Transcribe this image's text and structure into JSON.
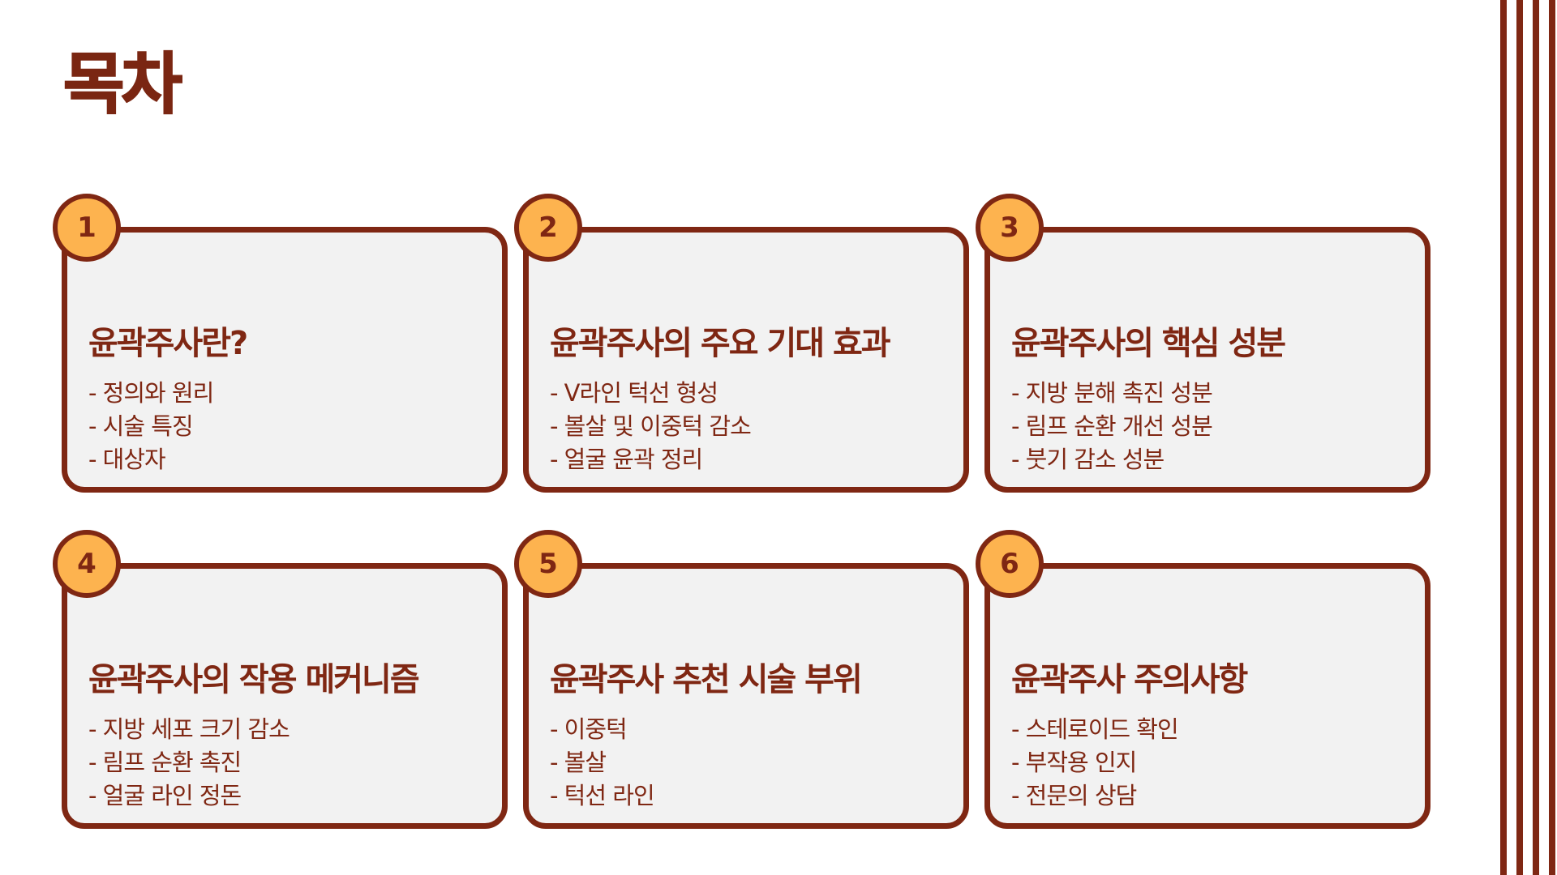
{
  "title": "목차",
  "colors": {
    "accent": "#7f2713",
    "badge": "#fdb34f",
    "card_bg": "#f2f2f2",
    "background": "#ffffff"
  },
  "cards": [
    {
      "number": "1",
      "title": "윤곽주사란?",
      "items": [
        "- 정의와 원리",
        "- 시술 특징",
        "- 대상자"
      ]
    },
    {
      "number": "2",
      "title": "윤곽주사의 주요 기대 효과",
      "items": [
        "- V라인 턱선 형성",
        "- 볼살 및 이중턱 감소",
        "- 얼굴 윤곽 정리"
      ]
    },
    {
      "number": "3",
      "title": "윤곽주사의 핵심 성분",
      "items": [
        "- 지방 분해 촉진 성분",
        "- 림프 순환 개선 성분",
        "- 붓기 감소 성분"
      ]
    },
    {
      "number": "4",
      "title": "윤곽주사의 작용 메커니즘",
      "items": [
        "- 지방 세포 크기 감소",
        "- 림프 순환 촉진",
        "- 얼굴 라인 정돈"
      ]
    },
    {
      "number": "5",
      "title": "윤곽주사 추천 시술 부위",
      "items": [
        "- 이중턱",
        "- 볼살",
        "- 턱선 라인"
      ]
    },
    {
      "number": "6",
      "title": "윤곽주사 주의사항",
      "items": [
        "- 스테로이드 확인",
        "- 부작용 인지",
        "- 전문의 상담"
      ]
    }
  ]
}
